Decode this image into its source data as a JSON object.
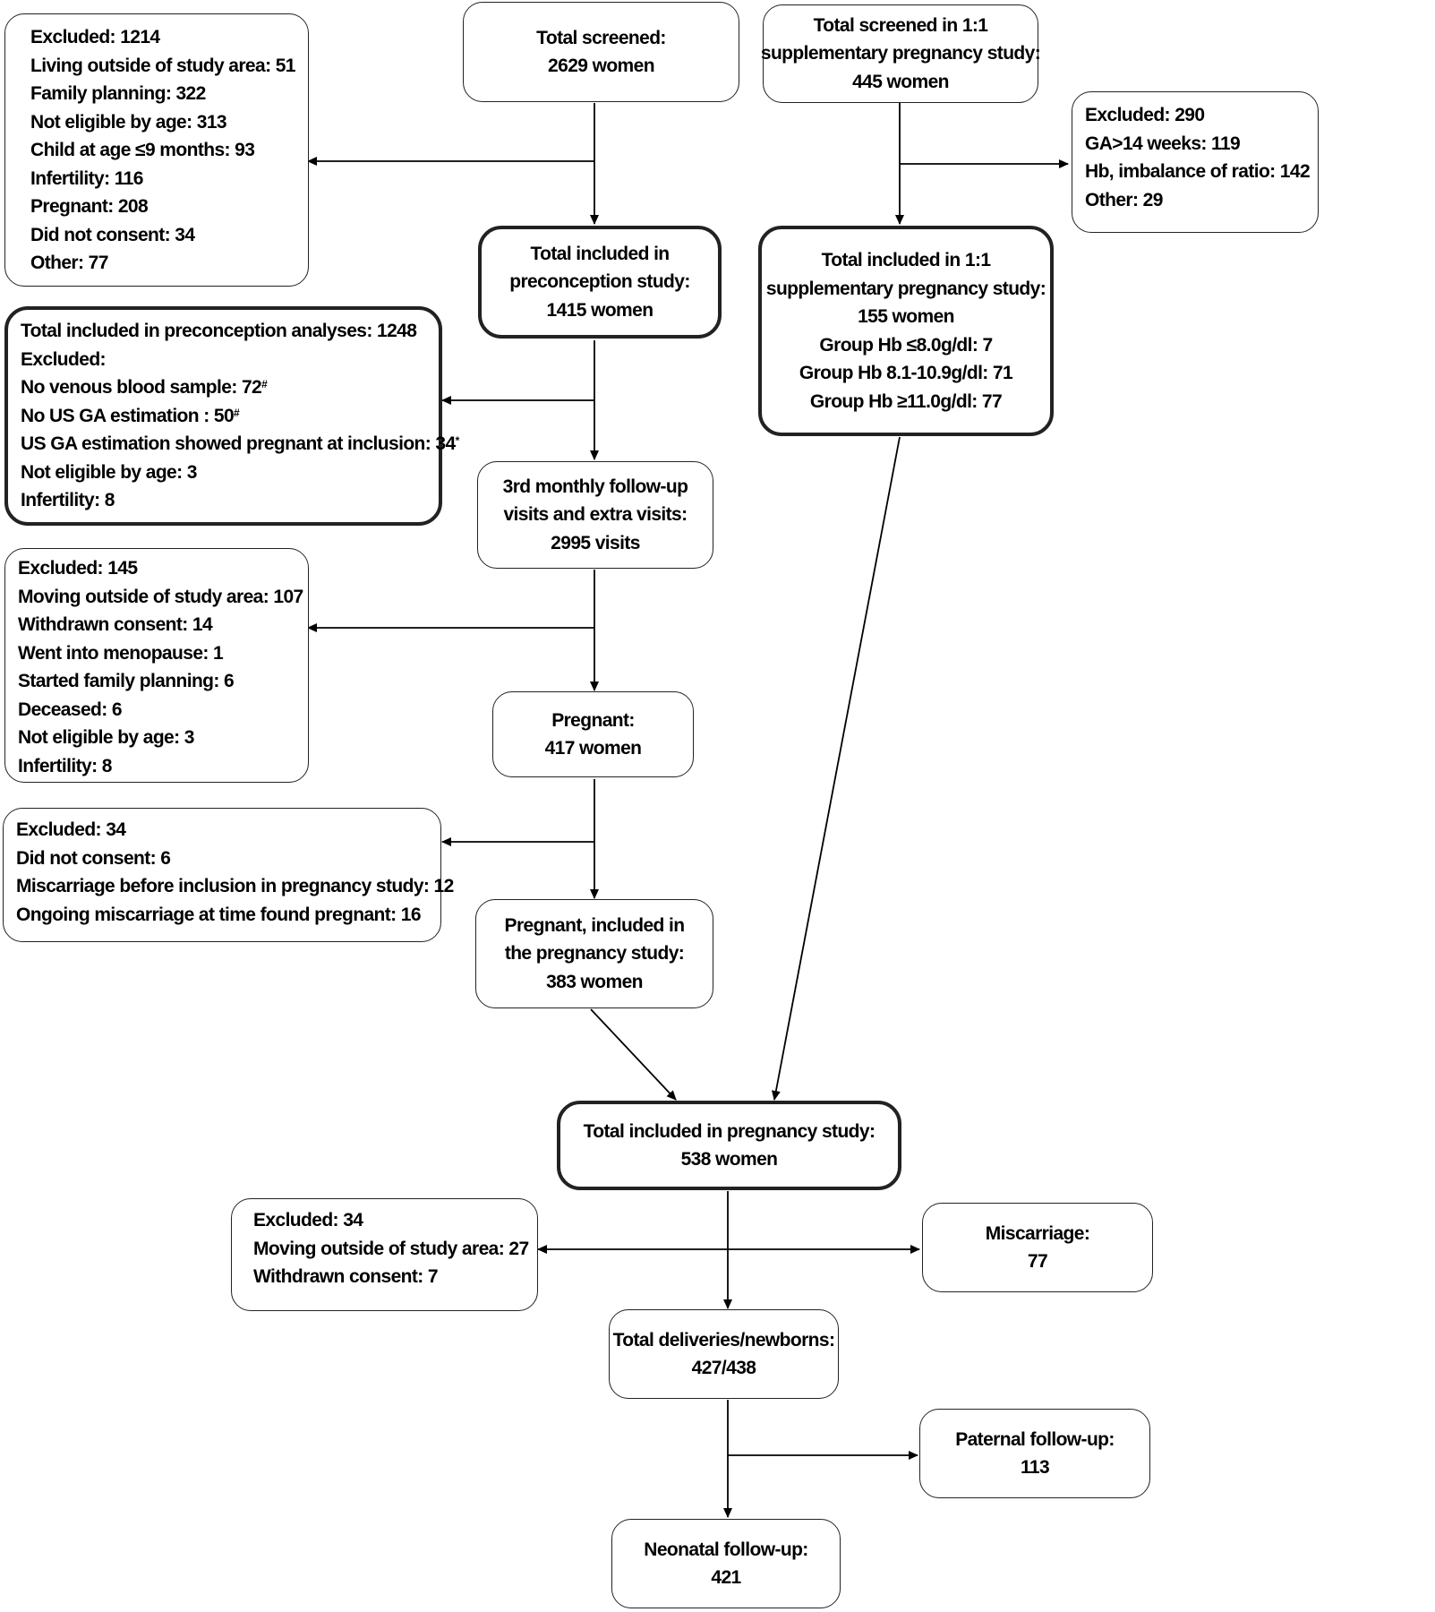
{
  "screened": {
    "title": "Total screened:",
    "count": "2629 women"
  },
  "excluded_screening": {
    "title": "Excluded: 1214",
    "items": [
      "Living outside of study area: 51",
      "Family planning: 322",
      "Not eligible by age: 313",
      "Child at age ≤9 months: 93",
      "Infertility: 116",
      "Pregnant: 208",
      "Did not consent: 34",
      "Other: 77"
    ]
  },
  "supp_screened": {
    "line1": "Total screened in 1:1",
    "line2": "supplementary pregnancy study:",
    "count": "445 women"
  },
  "supp_excluded": {
    "title": "Excluded: 290",
    "items": [
      "GA>14 weeks: 119",
      "Hb, imbalance of ratio: 142",
      "Other: 29"
    ]
  },
  "preconception_included": {
    "line1": "Total included in",
    "line2": "preconception study:",
    "count": "1415 women"
  },
  "supp_included": {
    "line1": "Total included in 1:1",
    "line2": "supplementary pregnancy study:",
    "count": "155 women",
    "groups": [
      "Group Hb ≤8.0g/dl: 7",
      "Group Hb 8.1-10.9g/dl: 71",
      "Group Hb ≥11.0g/dl: 77"
    ]
  },
  "preconception_analyses": {
    "title": "Total included in preconception analyses: 1248",
    "subtitle": "Excluded:",
    "items": [
      {
        "text": "No venous blood sample: 72",
        "mark": "#"
      },
      {
        "text": "No US GA estimation : 50",
        "mark": "#"
      },
      {
        "text": "US GA estimation showed pregnant at inclusion: 34",
        "mark": "*"
      },
      {
        "text": "Not eligible by age: 3",
        "mark": ""
      },
      {
        "text": "Infertility: 8",
        "mark": ""
      }
    ]
  },
  "followup": {
    "line1": "3rd monthly follow-up",
    "line2": "visits and extra visits:",
    "count": "2995 visits"
  },
  "excluded_followup": {
    "title": "Excluded: 145",
    "items": [
      "Moving outside of study area: 107",
      "Withdrawn consent: 14",
      "Went into menopause: 1",
      "Started family planning: 6",
      "Deceased: 6",
      "Not eligible by age: 3",
      "Infertility: 8"
    ]
  },
  "pregnant": {
    "title": "Pregnant:",
    "count": "417 women"
  },
  "excluded_pregnant": {
    "title": "Excluded: 34",
    "items": [
      "Did not consent: 6",
      "Miscarriage before inclusion in pregnancy study: 12",
      "Ongoing miscarriage at time found pregnant: 16"
    ]
  },
  "pregnant_included": {
    "line1": "Pregnant, included in",
    "line2": "the pregnancy study:",
    "count": "383 women"
  },
  "pregnancy_total": {
    "title": "Total included in pregnancy study:",
    "count": "538 women"
  },
  "excluded_pregnancy": {
    "title": "Excluded: 34",
    "items": [
      "Moving outside of study area: 27",
      "Withdrawn consent: 7"
    ]
  },
  "miscarriage": {
    "title": "Miscarriage:",
    "count": "77"
  },
  "deliveries": {
    "title": "Total deliveries/newborns:",
    "count": "427/438"
  },
  "paternal": {
    "title": "Paternal follow-up:",
    "count": "113"
  },
  "neonatal": {
    "title": "Neonatal follow-up:",
    "count": "421"
  }
}
